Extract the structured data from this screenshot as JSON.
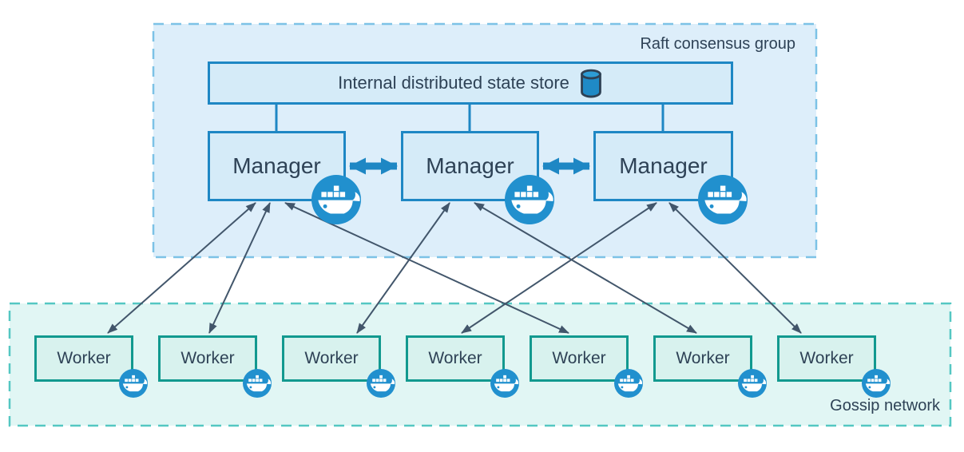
{
  "raft_group": {
    "label": "Raft consensus group"
  },
  "state_store": {
    "label": "Internal distributed state store",
    "icon": "database-cylinder-icon"
  },
  "managers": [
    {
      "label": "Manager",
      "icon": "docker-whale-icon"
    },
    {
      "label": "Manager",
      "icon": "docker-whale-icon"
    },
    {
      "label": "Manager",
      "icon": "docker-whale-icon"
    }
  ],
  "workers": [
    {
      "label": "Worker",
      "icon": "docker-whale-icon"
    },
    {
      "label": "Worker",
      "icon": "docker-whale-icon"
    },
    {
      "label": "Worker",
      "icon": "docker-whale-icon"
    },
    {
      "label": "Worker",
      "icon": "docker-whale-icon"
    },
    {
      "label": "Worker",
      "icon": "docker-whale-icon"
    },
    {
      "label": "Worker",
      "icon": "docker-whale-icon"
    },
    {
      "label": "Worker",
      "icon": "docker-whale-icon"
    }
  ],
  "gossip_network": {
    "label": "Gossip network"
  },
  "connections": {
    "manager_to_manager": [
      "Manager1-Manager2",
      "Manager2-Manager3"
    ],
    "store_to_managers": [
      "Manager1",
      "Manager2",
      "Manager3"
    ],
    "manager_to_worker": [
      "m1-w1",
      "m1-w2",
      "m1-w5",
      "m2-w3",
      "m2-w6",
      "m3-w4",
      "m3-w7"
    ]
  },
  "colors": {
    "blue_border": "#1e87c4",
    "blue_fill": "#d5ebf8",
    "raft_fill": "#ddeefa",
    "raft_dash": "#7cc2e6",
    "gossip_fill": "#e1f6f4",
    "gossip_dash": "#54c7c2",
    "worker_border": "#12998f",
    "worker_fill": "#d8f2ee",
    "docker_badge_blue": "#2190ce",
    "thin_arrow": "#42566b",
    "text": "#2e4256"
  }
}
